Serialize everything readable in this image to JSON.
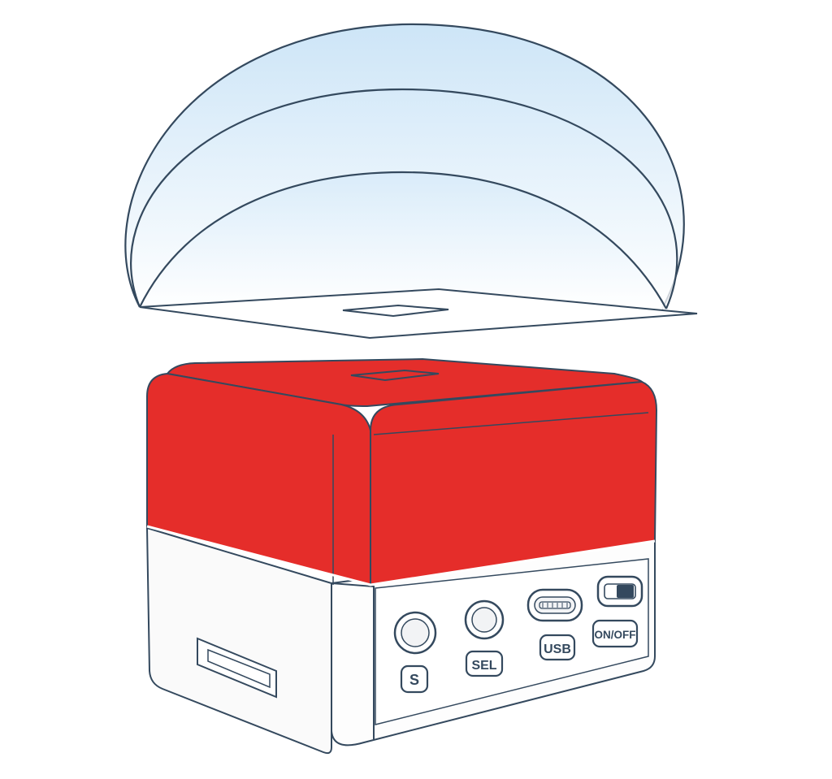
{
  "colors": {
    "outline": "#34495e",
    "lid_red": "#e52d2a",
    "lid_red_dark": "#cf2321",
    "body_white": "#fdfdfd",
    "body_shade": "#f1f2f4",
    "wave_top": "#cfe6f7",
    "wave_bottom": "#ffffff"
  },
  "labels": {
    "s": "S",
    "sel": "SEL",
    "usb": "USB",
    "onoff": "ON/OFF"
  },
  "icons": {
    "signal": "signal-wave-icon",
    "button": "round-button-icon",
    "usb": "usb-c-port-icon",
    "switch": "slide-switch-icon",
    "slot": "card-slot-icon"
  }
}
